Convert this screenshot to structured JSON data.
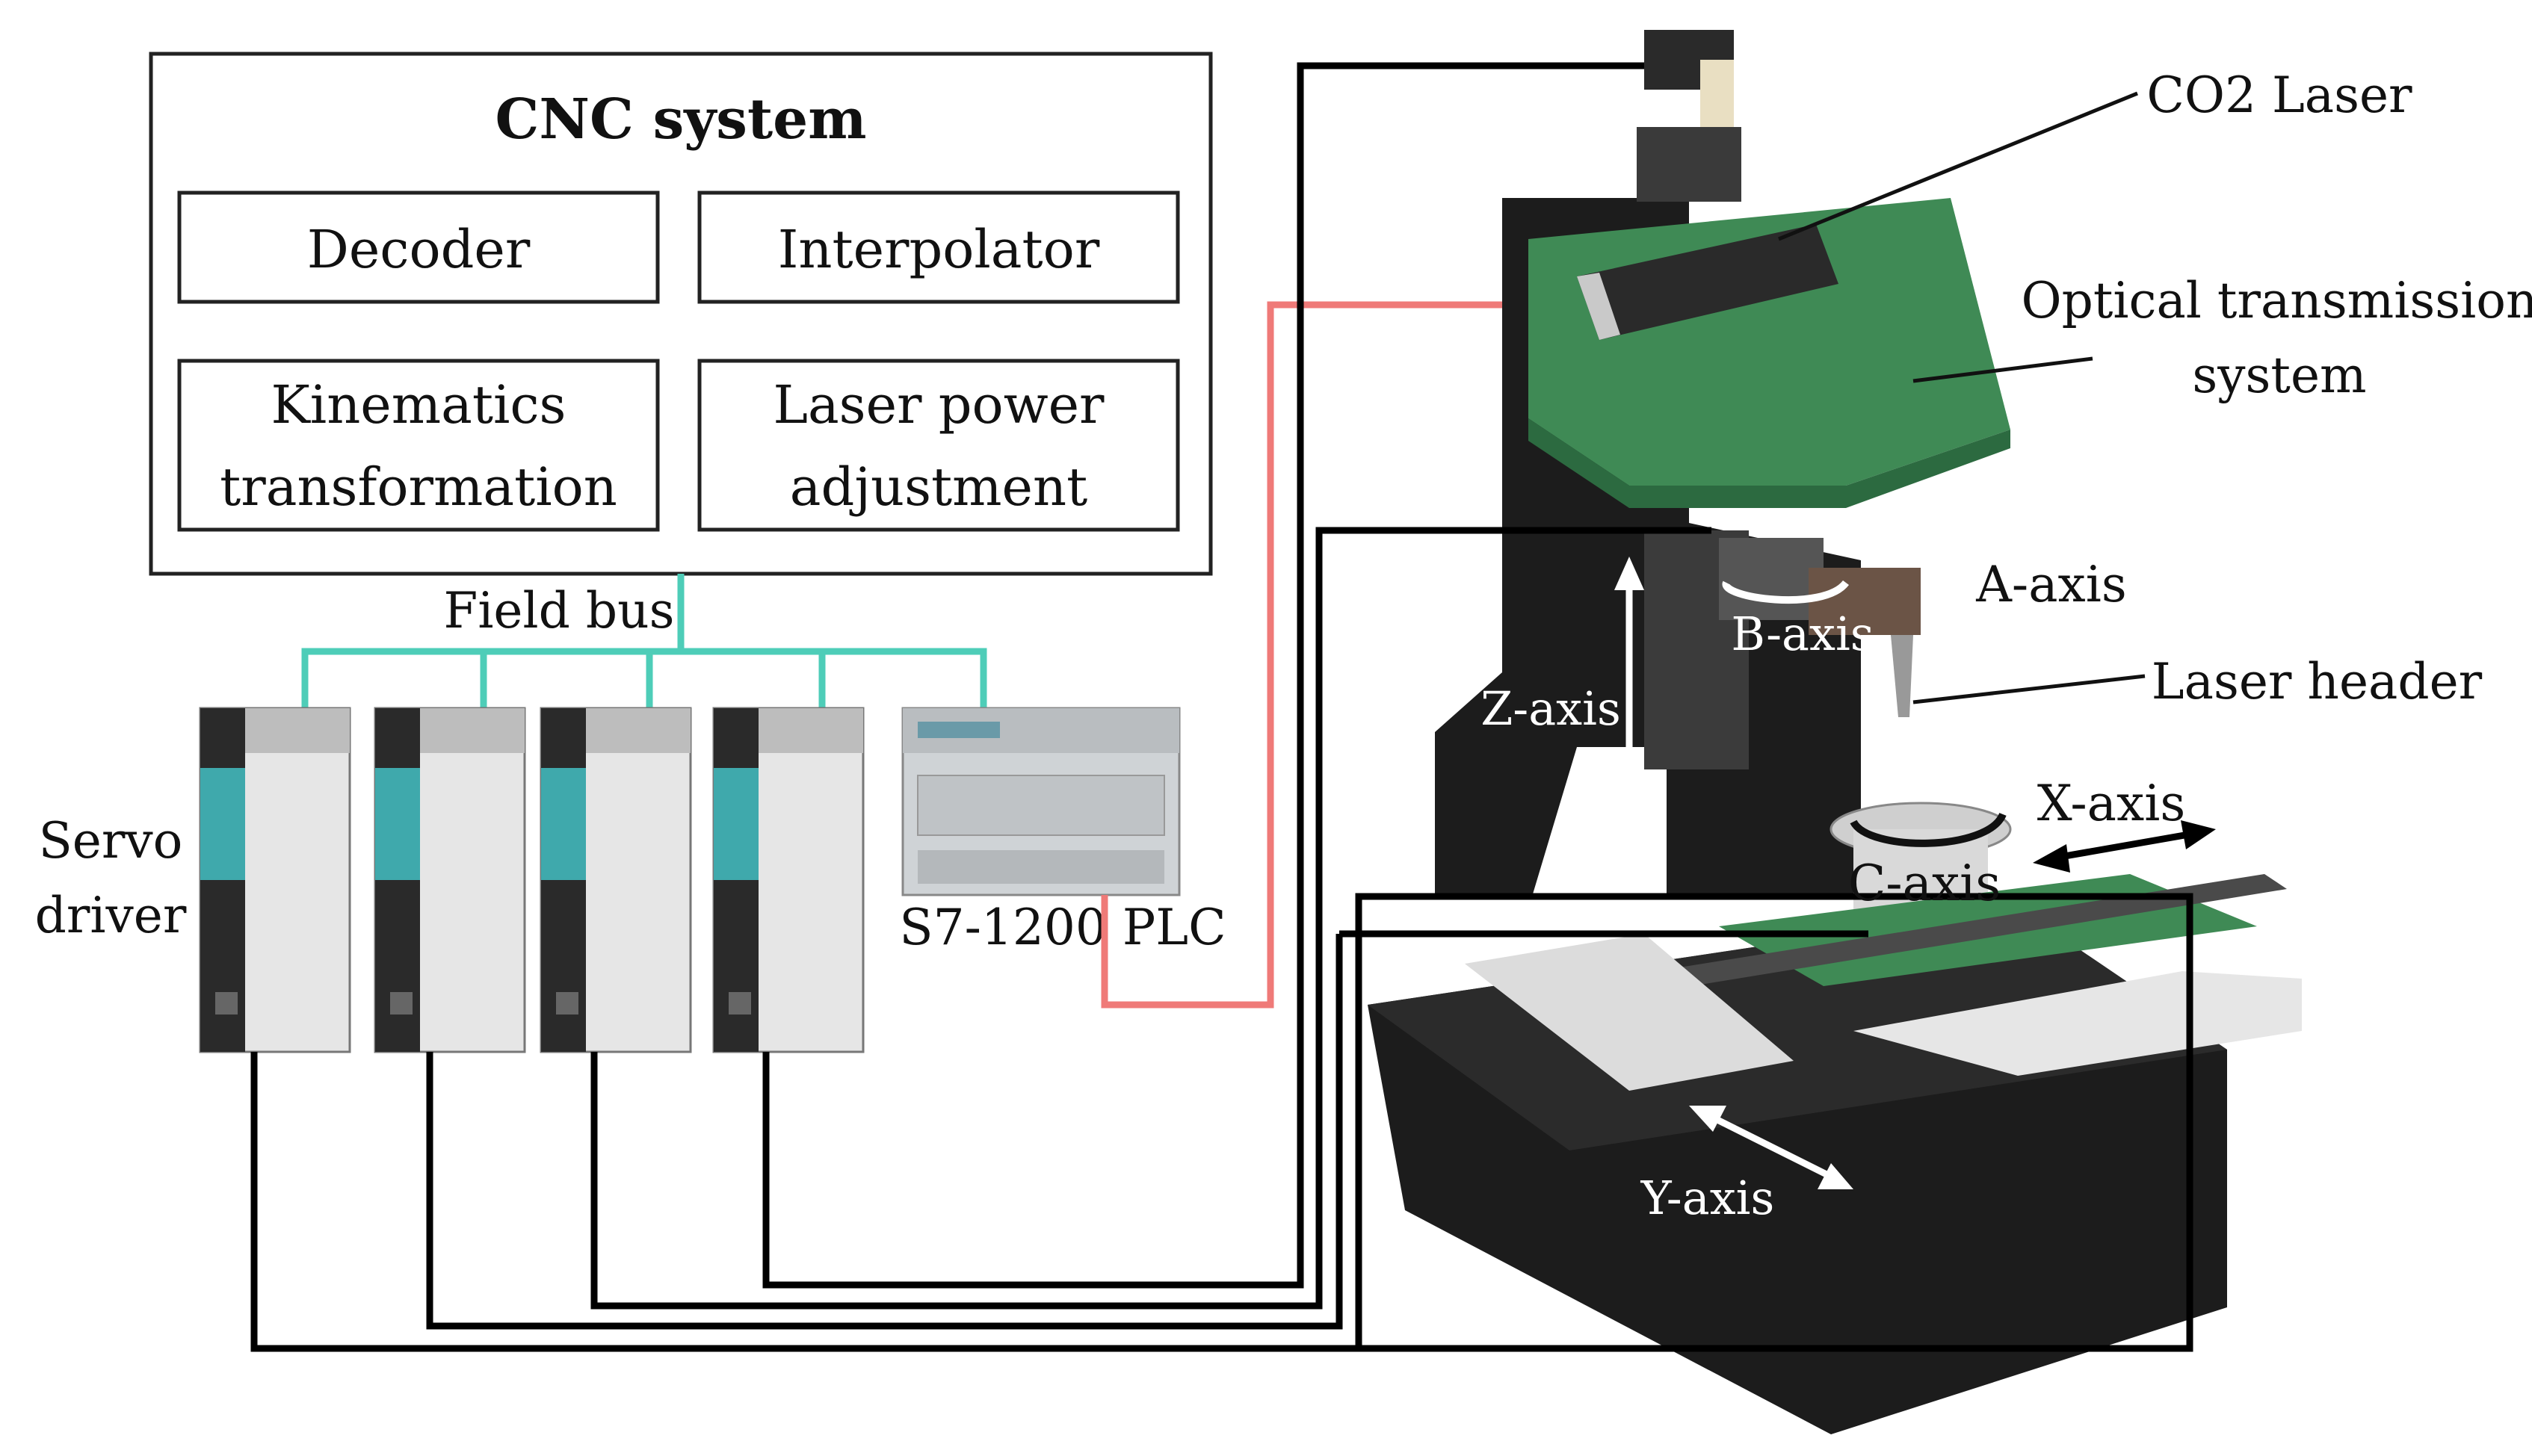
{
  "cnc": {
    "title": "CNC system",
    "modules": [
      "Decoder",
      "Interpolator",
      "Kinematics",
      "transformation",
      "Laser power",
      "adjustment"
    ]
  },
  "field_bus": "Field bus",
  "servo_label": [
    "Servo",
    "driver"
  ],
  "plc_label": "S7-1200 PLC",
  "machine_labels": {
    "co2_laser": "CO2 Laser",
    "optical": [
      "Optical transmission",
      "system"
    ],
    "laser_header": "Laser header",
    "a_axis": "A-axis",
    "b_axis": "B-axis",
    "c_axis": "C-axis",
    "x_axis": "X-axis",
    "y_axis": "Y-axis",
    "z_axis": "Z-axis"
  },
  "colors": {
    "field_bus": "#4ecdb8",
    "laser_signal": "#ef7a78",
    "motor_cable": "#000000",
    "driver_teal": "#3fa9ac",
    "machine_body": "#1c1c1c",
    "granite": "#3f8a55"
  },
  "icons": [
    "servo-drive-icon",
    "plc-module-icon",
    "laser-tube-icon",
    "rotation-arrow-icon"
  ]
}
